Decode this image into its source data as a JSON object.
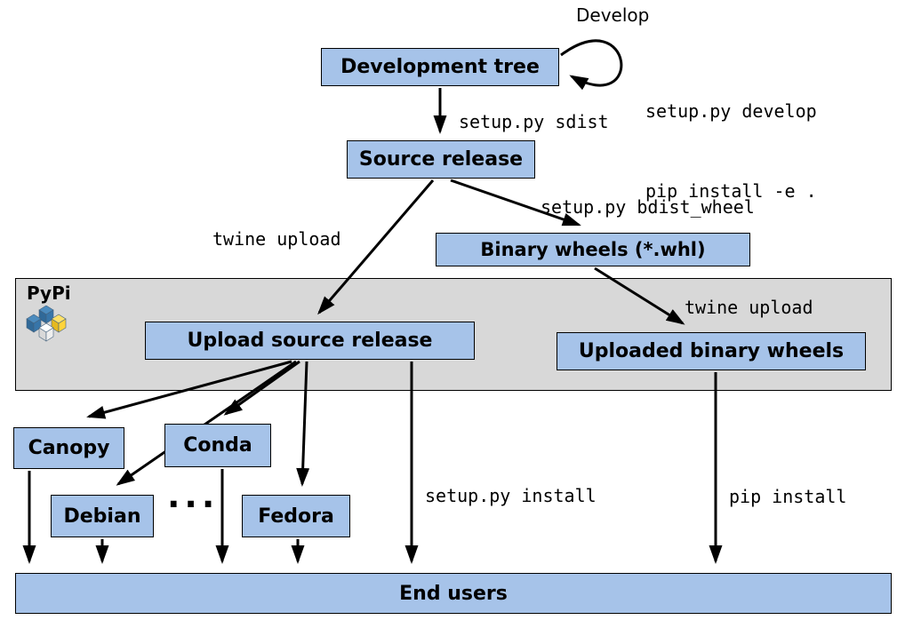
{
  "diagram": {
    "nodes": {
      "development_tree": {
        "label": "Development tree"
      },
      "source_release": {
        "label": "Source release"
      },
      "binary_wheels": {
        "label": "Binary wheels (*.whl)"
      },
      "upload_source_release": {
        "label": "Upload source release"
      },
      "uploaded_binary_wheels": {
        "label": "Uploaded binary wheels"
      },
      "canopy": {
        "label": "Canopy"
      },
      "conda": {
        "label": "Conda"
      },
      "debian": {
        "label": "Debian"
      },
      "fedora": {
        "label": "Fedora"
      },
      "end_users": {
        "label": "End users"
      }
    },
    "edge_labels": {
      "develop_loop": "Develop",
      "develop_cmd_line1": "setup.py develop",
      "develop_cmd_line2": "pip install -e .",
      "sdist": "setup.py sdist",
      "twine_upload_source": "twine upload",
      "bdist_wheel": "setup.py bdist_wheel",
      "twine_upload_wheels": "twine upload",
      "setup_py_install": "setup.py install",
      "pip_install": "pip install"
    },
    "pypi_band": {
      "label": "PyPi"
    },
    "ellipsis": "...",
    "colors": {
      "node_fill": "#a6c3e9",
      "band_fill": "#d8d8d8",
      "arrow": "#000000",
      "pypi_blue": "#3775a9",
      "pypi_light_blue": "#4b8bbe",
      "pypi_yellow": "#ffd43b"
    }
  }
}
